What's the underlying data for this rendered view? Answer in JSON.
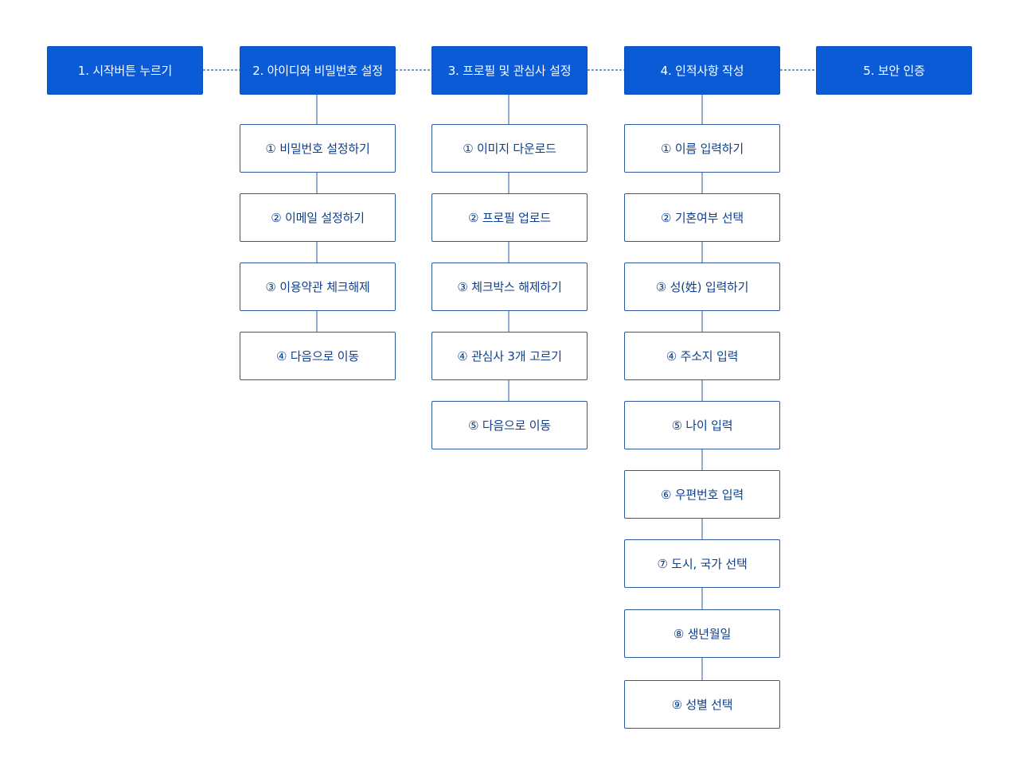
{
  "colors": {
    "header_bg": "#0b5ad6",
    "header_text": "#ffffff",
    "step_border": "#2c5a9a",
    "step_text": "#0f3f8c",
    "connector": "#2c5a9a"
  },
  "stages": [
    {
      "title": "1. 시작버튼 누르기",
      "steps": []
    },
    {
      "title": "2. 아이디와 비밀번호 설정",
      "steps": [
        "① 비밀번호 설정하기",
        "② 이메일 설정하기",
        "③ 이용약관 체크해제",
        "④ 다음으로 이동"
      ]
    },
    {
      "title": "3. 프로필 및 관심사 설정",
      "steps": [
        "① 이미지 다운로드",
        "② 프로필 업로드",
        "③ 체크박스 해제하기",
        "④ 관심사 3개 고르기",
        "⑤ 다음으로 이동"
      ]
    },
    {
      "title": "4. 인적사항 작성",
      "steps": [
        "① 이름 입력하기",
        "② 기혼여부 선택",
        "③ 성(姓) 입력하기",
        "④ 주소지 입력",
        "⑤ 나이 입력",
        "⑥ 우편번호 입력",
        "⑦ 도시, 국가 선택",
        "⑧ 생년월일",
        "⑨ 성별 선택"
      ]
    },
    {
      "title": "5. 보안 인증",
      "steps": []
    }
  ]
}
